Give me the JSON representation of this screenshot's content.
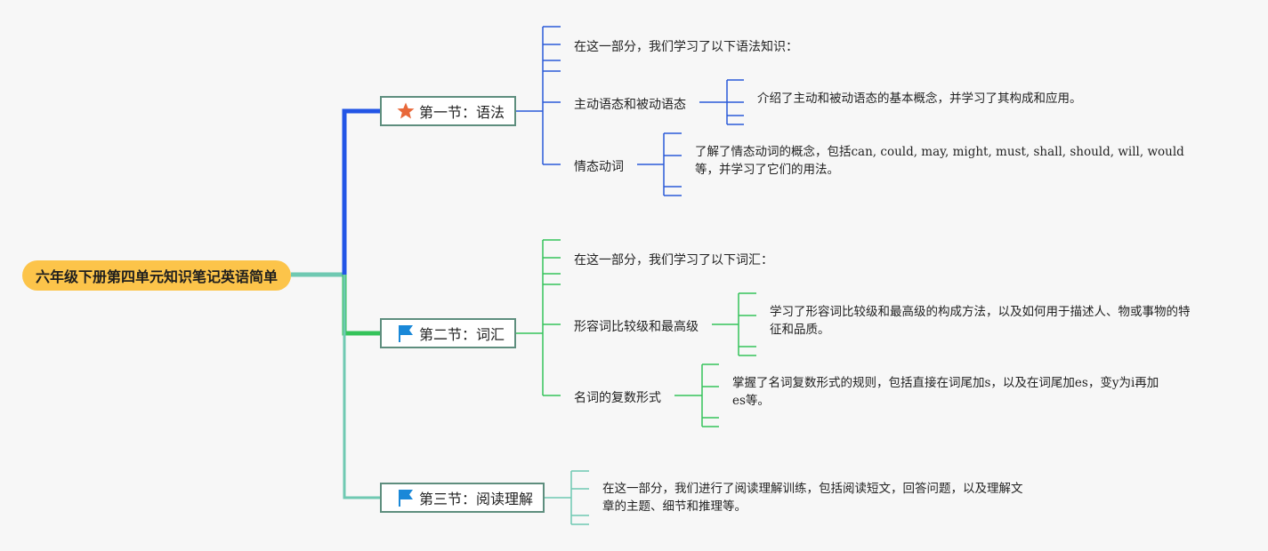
{
  "root": {
    "label": "六年级下册第四单元知识笔记英语简单"
  },
  "sections": [
    {
      "label": "第一节：语法",
      "icon": "star-icon",
      "color": "#2255e6",
      "intro": "在这一部分，我们学习了以下语法知识：",
      "topics": [
        {
          "label": "主动语态和被动语态",
          "detail": [
            "介绍了主动和被动语态的基本概念，并学习了其构成和应用。"
          ]
        },
        {
          "label": "情态动词",
          "detail": [
            "了解了情态动词的概念，包括can, could, may, might, must, shall, should, will, would",
            "等，并学习了它们的用法。"
          ]
        }
      ]
    },
    {
      "label": "第二节：词汇",
      "icon": "flag-icon",
      "color": "#35c35a",
      "intro": "在这一部分，我们学习了以下词汇：",
      "topics": [
        {
          "label": "形容词比较级和最高级",
          "detail": [
            "学习了形容词比较级和最高级的构成方法，以及如何用于描述人、物或事物的特",
            "征和品质。"
          ]
        },
        {
          "label": "名词的复数形式",
          "detail": [
            "掌握了名词复数形式的规则，包括直接在词尾加s，以及在词尾加es，变y为i再加",
            "es等。"
          ]
        }
      ]
    },
    {
      "label": "第三节：阅读理解",
      "icon": "flag-icon",
      "color": "#6fc9b2",
      "intro": [
        "在这一部分，我们进行了阅读理解训练，包括阅读短文，回答问题，以及理解文",
        "章的主题、细节和推理等。"
      ]
    }
  ]
}
